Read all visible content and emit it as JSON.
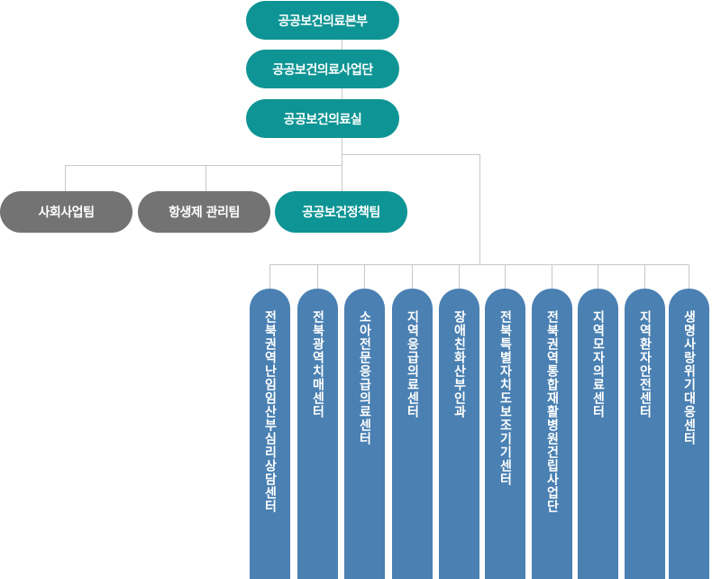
{
  "headquarters": {
    "label": "공공보건의료본부"
  },
  "division": {
    "label": "공공보건의료사업단"
  },
  "office": {
    "label": "공공보건의료실"
  },
  "teams": [
    {
      "label": "사회사업팀"
    },
    {
      "label": "항생제 관리팀"
    },
    {
      "label": "공공보건정책팀"
    }
  ],
  "centers": [
    {
      "label": "전북권역난임임산부심리상담센터"
    },
    {
      "label": "전북광역치매센터"
    },
    {
      "label": "소아전문응급의료센터"
    },
    {
      "label": "지역응급의료센터"
    },
    {
      "label": "장애친화산부인과"
    },
    {
      "label": "전북특별자치도보조기기센터"
    },
    {
      "label": "전북권역통합재활병원건립사업단"
    },
    {
      "label": "지역모자의료센터"
    },
    {
      "label": "지역환자안전센터"
    },
    {
      "label": "생명사랑위기대응센터"
    }
  ],
  "colors": {
    "teal": "#0e9494",
    "gray": "#737373",
    "blue": "#4a80b2",
    "line": "#c8c8c8"
  }
}
